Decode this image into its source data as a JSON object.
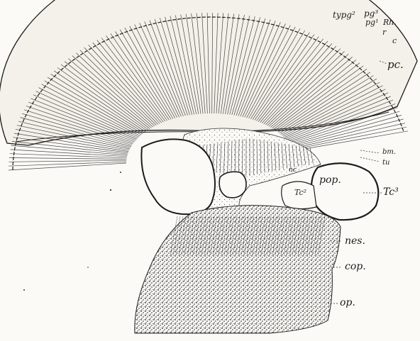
{
  "figure": {
    "colors": {
      "ink": "#1c1c1c",
      "paper": "#fbfaf6"
    },
    "labels": {
      "typg2": "typg²",
      "pg3": "pg³",
      "pg1": "pg¹",
      "rh": "Rh.",
      "r": "r",
      "c": "c",
      "pc": "pc.",
      "bm": "bm.",
      "tu": "tu",
      "nc": "nc",
      "pop": "pop.",
      "tc2": "Tc²",
      "tc3": "Tc³",
      "nes": "nes.",
      "cop": "cop.",
      "op": "op."
    }
  }
}
